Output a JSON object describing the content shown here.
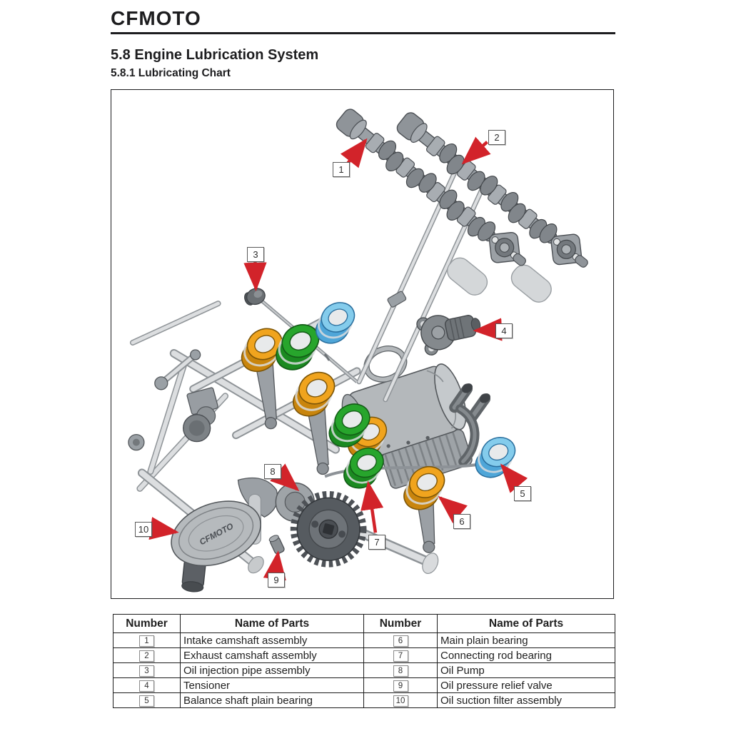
{
  "page": {
    "brand": "CFMOTO",
    "section_title": "5.8 Engine Lubrication System",
    "subsection_title": "5.8.1 Lubricating Chart"
  },
  "diagram": {
    "callouts": [
      "1",
      "2",
      "3",
      "4",
      "5",
      "6",
      "7",
      "8",
      "9",
      "10"
    ],
    "filter_logo": "CFMOTO"
  },
  "table": {
    "headers": [
      "Number",
      "Name of Parts",
      "Number",
      "Name of Parts"
    ],
    "rows": [
      [
        "1",
        "Intake camshaft assembly",
        "6",
        "Main plain bearing"
      ],
      [
        "2",
        "Exhaust camshaft assembly",
        "7",
        "Connecting rod bearing"
      ],
      [
        "3",
        "Oil injection pipe assembly",
        "8",
        "Oil Pump"
      ],
      [
        "4",
        "Tensioner",
        "9",
        "Oil pressure relief valve"
      ],
      [
        "5",
        "Balance shaft plain bearing",
        "10",
        "Oil suction filter assembly"
      ]
    ]
  },
  "colors": {
    "accent_red": "#d2232a",
    "ring_orange": "#f0a41e",
    "ring_green": "#27a52c",
    "ring_blue": "#84ccec",
    "text": "#1d1d1f"
  }
}
